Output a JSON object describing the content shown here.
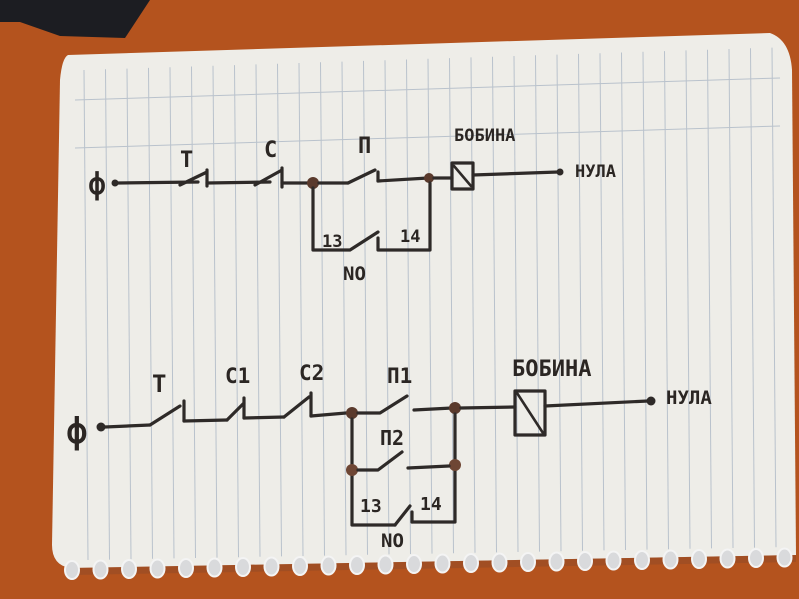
{
  "colors": {
    "table": "#b4531e",
    "paper": "#eeede8",
    "ink": "#2e2a28",
    "junction": "#5a3a2c",
    "rule": "#b9c2cc"
  },
  "diagram": {
    "circuit_1": {
      "phase_label": "ф",
      "switch_t": "T",
      "switch_c": "C",
      "switch_p": "П",
      "coil_label": "БОБИНА",
      "neutral_label": "НУЛА",
      "contact_13": "13",
      "contact_14": "14",
      "contact_type": "NO"
    },
    "circuit_2": {
      "phase_label": "ф",
      "switch_t": "T",
      "switch_c1": "C1",
      "switch_c2": "C2",
      "switch_p1": "П1",
      "switch_p2": "П2",
      "coil_label": "БОБИНА",
      "neutral_label": "НУЛА",
      "contact_13": "13",
      "contact_14": "14",
      "contact_type": "NO"
    }
  }
}
